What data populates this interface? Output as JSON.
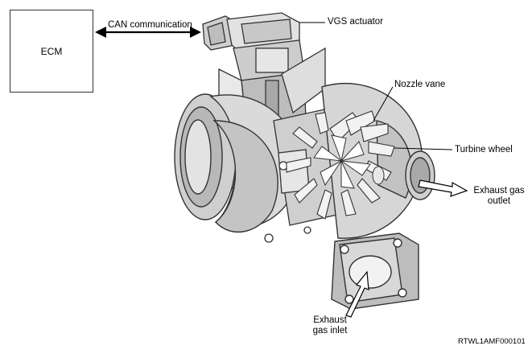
{
  "diagram": {
    "ecm_label": "ECM",
    "labels": {
      "can_communication": "CAN communication",
      "vgs_actuator": "VGS actuator",
      "nozzle_vane": "Nozzle vane",
      "turbine_wheel": "Turbine wheel",
      "exhaust_gas_outlet_line1": "Exhaust gas",
      "exhaust_gas_outlet_line2": "outlet",
      "exhaust_gas_inlet_line1": "Exhaust",
      "exhaust_gas_inlet_line2": "gas inlet"
    },
    "figure_code": "RTWL1AMF000101"
  }
}
